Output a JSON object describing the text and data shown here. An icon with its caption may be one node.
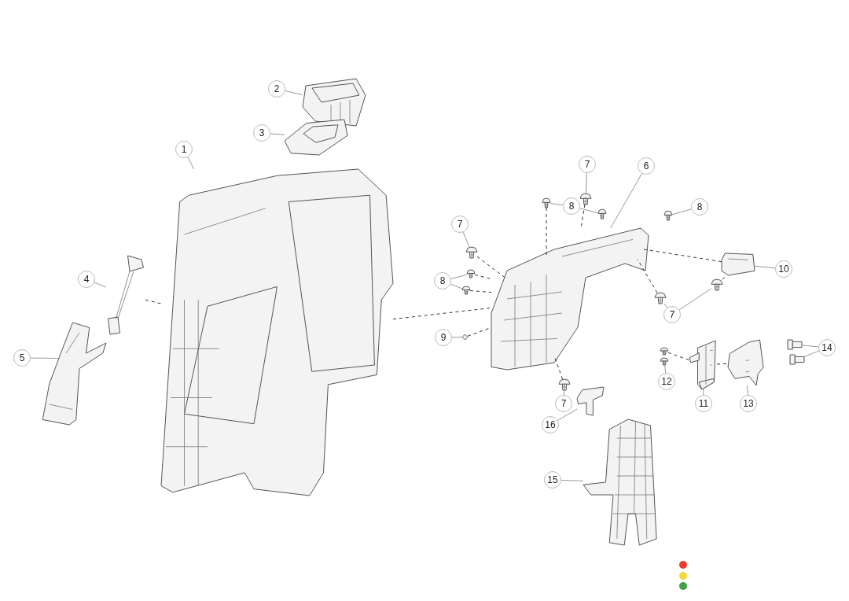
{
  "diagram": {
    "nodes": [
      {
        "text": [
          "2"
        ]
      },
      {
        "text": [
          "3"
        ]
      },
      {
        "text": [
          "1"
        ]
      },
      {
        "text": [
          "7"
        ]
      },
      {
        "text": [
          "6"
        ]
      },
      {
        "text": [
          "8"
        ]
      },
      {
        "text": [
          "8"
        ]
      },
      {
        "text": [
          "7"
        ]
      },
      {
        "text": [
          "10"
        ]
      },
      {
        "text": [
          "4"
        ]
      },
      {
        "text": [
          "8"
        ]
      },
      {
        "text": [
          "7"
        ]
      },
      {
        "text": [
          "9"
        ]
      },
      {
        "text": [
          "14"
        ]
      },
      {
        "text": [
          "5"
        ]
      },
      {
        "text": [
          "7"
        ]
      },
      {
        "text": [
          "12"
        ]
      },
      {
        "text": [
          "16"
        ]
      },
      {
        "text": [
          "11"
        ]
      },
      {
        "text": [
          "13"
        ]
      },
      {
        "text": [
          "15"
        ]
      },
      {
        "text": [],
        "shape": "picture"
      },
      {
        "text": [],
        "shape": "picture"
      },
      {
        "text": [],
        "shape": "picture"
      },
      {
        "text": [],
        "shape": "picture"
      },
      {
        "text": [],
        "shape": "picture"
      },
      {
        "text": [],
        "shape": "picture"
      },
      {
        "text": [],
        "shape": "picture"
      },
      {
        "text": [],
        "shape": "picture"
      },
      {
        "text": [],
        "shape": "picture"
      },
      {
        "text": [],
        "shape": "picture"
      },
      {
        "text": [],
        "shape": "picture"
      },
      {
        "text": [],
        "shape": "picture"
      },
      {
        "text": [],
        "shape": "picture"
      },
      {
        "text": [],
        "shape": "picture"
      },
      {
        "text": [],
        "shape": "picture"
      },
      {
        "text": [],
        "shape": "picture"
      },
      {
        "text": [],
        "shape": "picture"
      },
      {
        "text": [],
        "shape": "picture"
      },
      {
        "text": [],
        "shape": "picture"
      },
      {
        "text": [],
        "shape": "picture"
      },
      {
        "text": [],
        "shape": "picture"
      },
      {
        "text": [],
        "shape": "picture"
      },
      {
        "text": [],
        "shape": "picture"
      },
      {
        "text": [],
        "shape": "picture"
      },
      {
        "text": [],
        "shape": "picture"
      },
      {
        "text": [],
        "shape": "picture"
      }
    ],
    "edges": [
      {
        "from": 0,
        "to": 21,
        "arrow": "none"
      },
      {
        "from": 1,
        "to": 22,
        "arrow": "none"
      },
      {
        "from": 2,
        "to": 23,
        "arrow": "none"
      },
      {
        "from": 3,
        "to": 25,
        "arrow": "none"
      },
      {
        "from": 4,
        "to": 24,
        "arrow": "none"
      },
      {
        "from": 5,
        "to": 28,
        "arrow": "none"
      },
      {
        "from": 5,
        "to": 26,
        "arrow": "none"
      },
      {
        "from": 6,
        "to": 27,
        "arrow": "none"
      },
      {
        "from": 7,
        "to": 29,
        "arrow": "none"
      },
      {
        "from": 8,
        "to": 30,
        "arrow": "none"
      },
      {
        "from": 9,
        "to": 35,
        "arrow": "none"
      },
      {
        "from": 10,
        "to": 32,
        "arrow": "none"
      },
      {
        "from": 10,
        "to": 34,
        "arrow": "none"
      },
      {
        "from": 11,
        "to": 31,
        "arrow": "none"
      },
      {
        "from": 11,
        "to": 33,
        "arrow": "none"
      },
      {
        "from": 12,
        "to": 36,
        "arrow": "none"
      },
      {
        "from": 13,
        "to": 37,
        "arrow": "none"
      },
      {
        "from": 13,
        "to": 43,
        "arrow": "none"
      },
      {
        "from": 14,
        "to": 44,
        "arrow": "none"
      },
      {
        "from": 15,
        "to": 39,
        "arrow": "none"
      },
      {
        "from": 16,
        "to": 40,
        "arrow": "none"
      },
      {
        "from": 17,
        "to": 45,
        "arrow": "none"
      },
      {
        "from": 18,
        "to": 41,
        "arrow": "none"
      },
      {
        "from": 19,
        "to": 42,
        "arrow": "none"
      },
      {
        "from": 20,
        "to": 46,
        "arrow": "none"
      },
      {
        "from": 23,
        "to": 24,
        "arrow": "none",
        "style": "dashed",
        "color": "#333333"
      },
      {
        "from": 35,
        "to": 23,
        "arrow": "none",
        "style": "dashed",
        "color": "#333333"
      },
      {
        "from": 25,
        "to": 24,
        "arrow": "none",
        "style": "dashed",
        "color": "#333333"
      },
      {
        "from": 29,
        "to": 24,
        "arrow": "none",
        "style": "dashed",
        "color": "#333333"
      },
      {
        "from": 28,
        "to": 24,
        "arrow": "none",
        "style": "dashed",
        "color": "#333333"
      },
      {
        "from": 32,
        "to": 24,
        "arrow": "none",
        "style": "dashed",
        "color": "#333333"
      },
      {
        "from": 34,
        "to": 24,
        "arrow": "none",
        "style": "dashed",
        "color": "#333333"
      },
      {
        "from": 36,
        "to": 24,
        "arrow": "none",
        "style": "dashed",
        "color": "#333333"
      },
      {
        "from": 39,
        "to": 24,
        "arrow": "none",
        "style": "dashed",
        "color": "#333333"
      },
      {
        "from": 24,
        "to": 30,
        "arrow": "none",
        "style": "dashed",
        "color": "#333333"
      },
      {
        "from": 31,
        "to": 24,
        "arrow": "none",
        "style": "dashed",
        "color": "#333333"
      },
      {
        "from": 33,
        "to": 30,
        "arrow": "none",
        "style": "dashed",
        "color": "#333333"
      },
      {
        "from": 38,
        "to": 41,
        "arrow": "none",
        "style": "dashed",
        "color": "#333333"
      },
      {
        "from": 41,
        "to": 42,
        "arrow": "none",
        "style": "dashed",
        "color": "#333333"
      }
    ]
  }
}
